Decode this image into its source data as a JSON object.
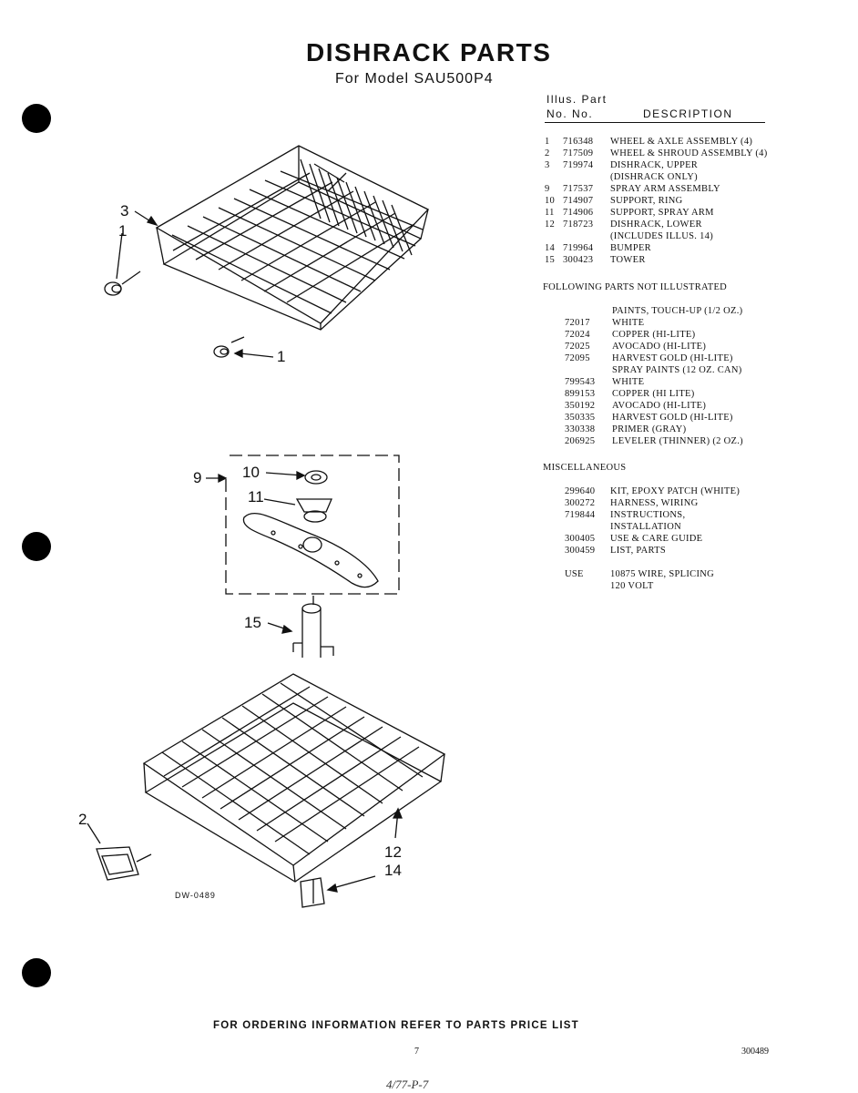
{
  "header": {
    "title": "DISHRACK PARTS",
    "subtitle": "For Model SAU500P4"
  },
  "table_header": {
    "illus_part": "Illus.  Part",
    "no_no": "No.   No.",
    "description": "DESCRIPTION"
  },
  "parts": [
    {
      "illus": "1",
      "part": "716348",
      "desc": "WHEEL & AXLE ASSEMBLY (4)"
    },
    {
      "illus": "2",
      "part": "717509",
      "desc": "WHEEL & SHROUD ASSEMBLY (4)"
    },
    {
      "illus": "3",
      "part": "719974",
      "desc": "DISHRACK, UPPER"
    },
    {
      "illus": "",
      "part": "",
      "desc": "(DISHRACK ONLY)"
    },
    {
      "illus": "9",
      "part": "717537",
      "desc": "SPRAY ARM ASSEMBLY"
    },
    {
      "illus": "10",
      "part": "714907",
      "desc": "SUPPORT, RING"
    },
    {
      "illus": "11",
      "part": "714906",
      "desc": "SUPPORT, SPRAY ARM"
    },
    {
      "illus": "12",
      "part": "718723",
      "desc": "DISHRACK, LOWER"
    },
    {
      "illus": "",
      "part": "",
      "desc": "(INCLUDES ILLUS. 14)"
    },
    {
      "illus": "14",
      "part": "719964",
      "desc": "BUMPER"
    },
    {
      "illus": "15",
      "part": "300423",
      "desc": "TOWER"
    }
  ],
  "not_illustrated_heading": "FOLLOWING PARTS NOT ILLUSTRATED",
  "touchup": [
    {
      "part": "",
      "desc": "PAINTS, TOUCH-UP (1/2 OZ.)"
    },
    {
      "part": "72017",
      "desc": "WHITE"
    },
    {
      "part": "72024",
      "desc": "COPPER (HI-LITE)"
    },
    {
      "part": "72025",
      "desc": "AVOCADO (HI-LITE)"
    },
    {
      "part": "72095",
      "desc": "HARVEST GOLD (HI-LITE)"
    },
    {
      "part": "",
      "desc": "SPRAY PAINTS (12 OZ. CAN)"
    },
    {
      "part": "799543",
      "desc": "WHITE"
    },
    {
      "part": "899153",
      "desc": "COPPER (HI LITE)"
    },
    {
      "part": "350192",
      "desc": "AVOCADO (HI-LITE)"
    },
    {
      "part": "350335",
      "desc": "HARVEST GOLD (HI-LITE)"
    },
    {
      "part": "330338",
      "desc": "PRIMER (GRAY)"
    },
    {
      "part": "206925",
      "desc": "LEVELER (THINNER) (2 OZ.)"
    }
  ],
  "misc_heading": "MISCELLANEOUS",
  "misc": [
    {
      "part": "299640",
      "desc": "KIT, EPOXY PATCH (WHITE)"
    },
    {
      "part": "300272",
      "desc": "HARNESS, WIRING"
    },
    {
      "part": "719844",
      "desc": "INSTRUCTIONS,"
    },
    {
      "part": "",
      "desc": "INSTALLATION"
    },
    {
      "part": "300405",
      "desc": "USE & CARE GUIDE"
    },
    {
      "part": "300459",
      "desc": "LIST, PARTS"
    },
    {
      "part": "USE",
      "desc": "10875 WIRE, SPLICING"
    },
    {
      "part": "",
      "desc": "120 VOLT"
    }
  ],
  "diagram": {
    "callouts": [
      "3",
      "1",
      "1",
      "9",
      "10",
      "11",
      "15",
      "2",
      "12",
      "14"
    ],
    "drawing_number": "DW-0489"
  },
  "footer": {
    "ordering": "FOR ORDERING INFORMATION REFER TO PARTS PRICE LIST",
    "page": "7",
    "doc_number": "300489",
    "handwritten": "4/77-P-7"
  }
}
